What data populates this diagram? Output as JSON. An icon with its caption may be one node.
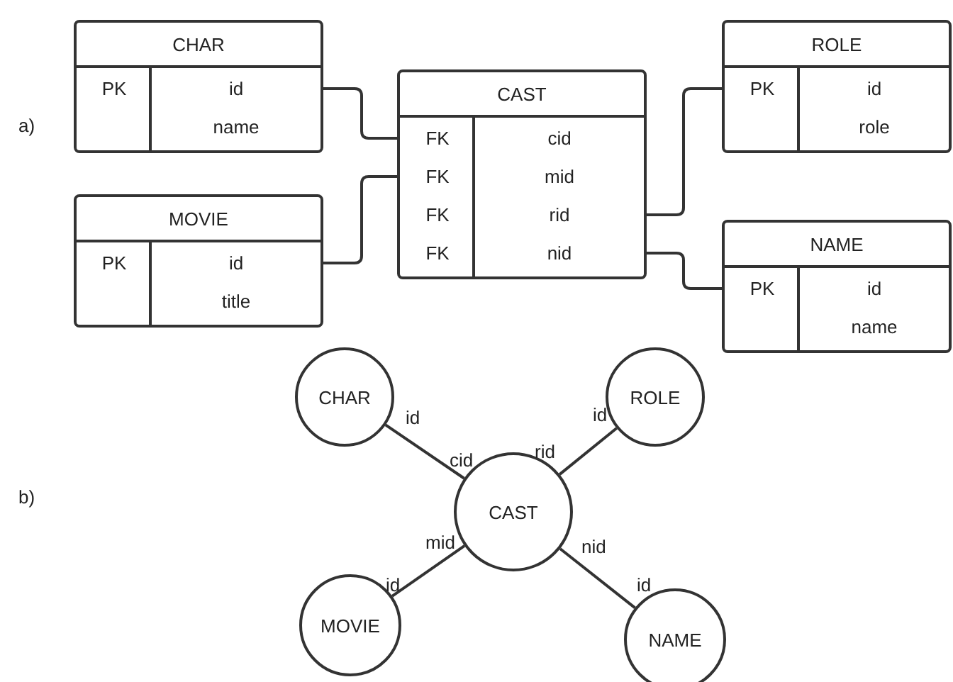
{
  "diagram": {
    "nodes": [
      {
        "text": [
          "CHAR",
          "PK",
          "id",
          "name"
        ]
      },
      {
        "text": [
          "CAST",
          "FK",
          "FK",
          "FK",
          "FK",
          "cid",
          "mid",
          "rid",
          "nid"
        ]
      },
      {
        "text": [
          "ROLE",
          "PK",
          "id",
          "role"
        ]
      },
      {
        "text": [
          "MOVIE",
          "PK",
          "id",
          "title"
        ]
      },
      {
        "text": [
          "NAME",
          "PK",
          "id",
          "name"
        ]
      },
      {
        "text": [
          "CHAR"
        ]
      },
      {
        "text": [
          "ROLE"
        ]
      },
      {
        "text": [
          "CAST"
        ]
      },
      {
        "text": [
          "MOVIE"
        ]
      },
      {
        "text": [
          "NAME"
        ]
      }
    ],
    "edges": [
      {
        "from": 0,
        "to": 1,
        "arrow": "none"
      },
      {
        "from": 3,
        "to": 1,
        "arrow": "none"
      },
      {
        "from": 1,
        "to": 2,
        "arrow": "none"
      },
      {
        "from": 1,
        "to": 4,
        "arrow": "none"
      },
      {
        "from": 5,
        "to": 7,
        "arrow": "none"
      },
      {
        "from": 6,
        "to": 7,
        "arrow": "none"
      },
      {
        "from": 8,
        "to": 7,
        "arrow": "none"
      },
      {
        "from": 9,
        "to": 7,
        "arrow": "none"
      }
    ],
    "labels": [
      "a)",
      "b)",
      "id",
      "cid",
      "rid",
      "id",
      "mid",
      "nid",
      "id",
      "id"
    ]
  }
}
